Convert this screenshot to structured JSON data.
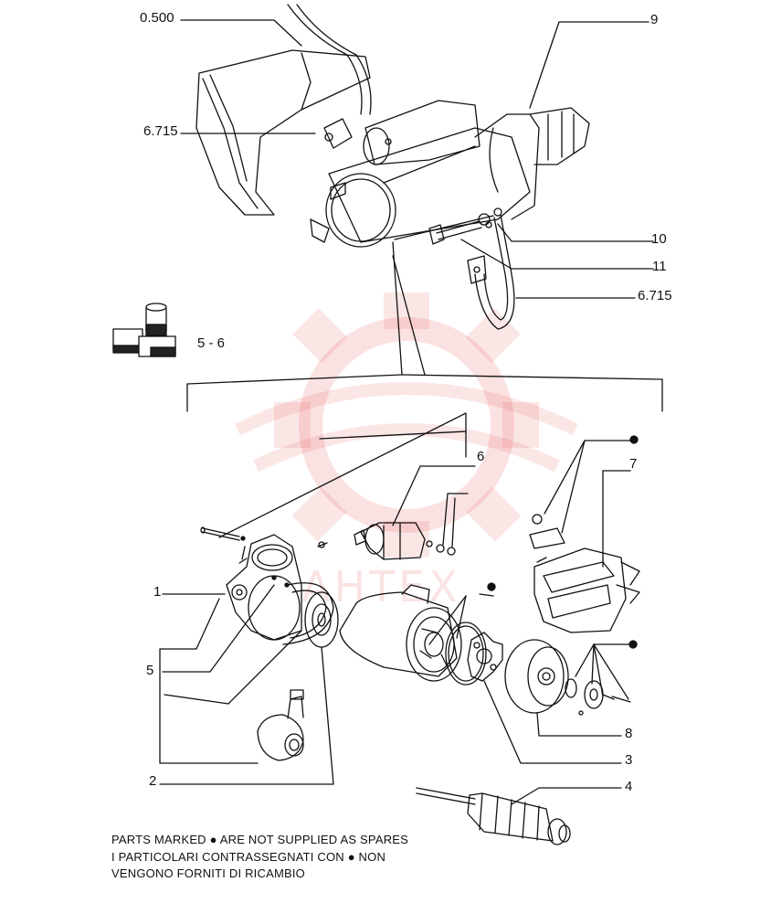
{
  "labels": {
    "l0500": "0.500",
    "l6715a": "6.715",
    "l9": "9",
    "l10": "10",
    "l11": "11",
    "l6715b": "6.715",
    "l56": "5 - 6",
    "l6": "6",
    "l7": "7",
    "l1": "1",
    "l5": "5",
    "l2": "2",
    "l8": "8",
    "l3": "3",
    "l4": "4"
  },
  "note": {
    "line1": "PARTS MARKED ● ARE NOT SUPPLIED AS SPARES",
    "line2": "I PARTICOLARI CONTRASSEGNATI CON  ● NON",
    "line3": "VENGONO FORNITI DI RICAMBIO"
  },
  "watermark": {
    "text": "AHTEX",
    "color": "#e03030"
  },
  "colors": {
    "ink": "#111111",
    "watermark": "#e03030"
  }
}
